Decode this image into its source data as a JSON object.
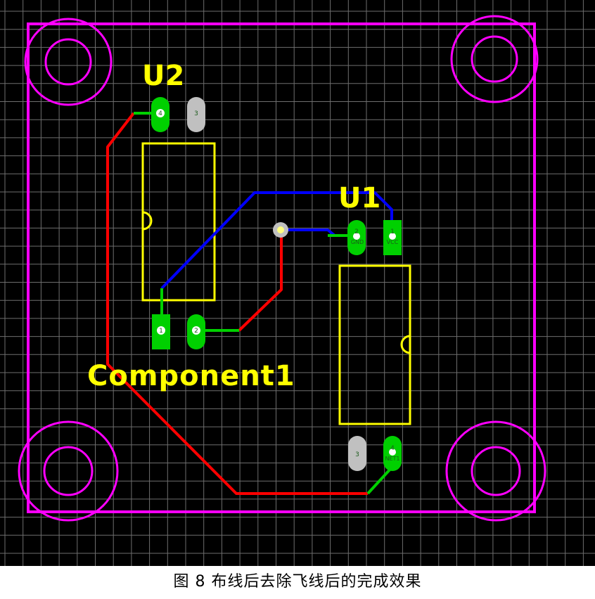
{
  "caption": "图 8 布线后去除飞线后的完成效果",
  "components": {
    "u2": {
      "designator": "U2",
      "pads": [
        "4",
        "3",
        "1",
        "2"
      ]
    },
    "u1": {
      "designator": "U1",
      "pads": [
        "2",
        "1",
        "3",
        "4"
      ],
      "nets": [
        "GND",
        "VCC",
        "NET1"
      ]
    },
    "component1": {
      "comment": "Component1"
    }
  },
  "colors": {
    "background": "#000000",
    "grid": "#6e6e6e",
    "board_outline": "#ff00ff",
    "silkscreen": "#ffff00",
    "top_trace": "#ff0000",
    "bottom_trace": "#0000ff",
    "pad": "#00d000",
    "unconnected_pad": "#c0c0c0"
  }
}
